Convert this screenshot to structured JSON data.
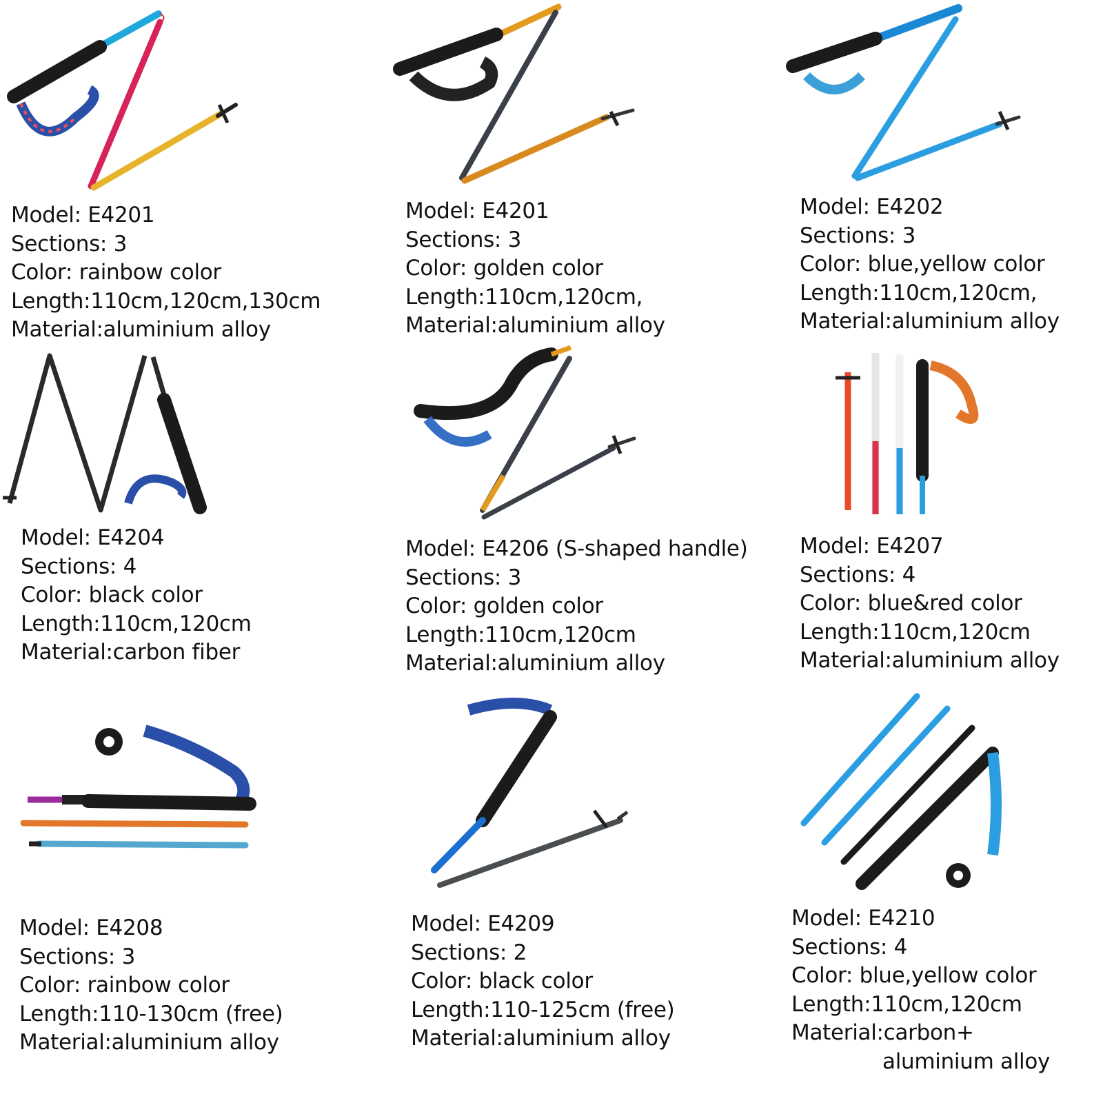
{
  "products": [
    {
      "model": "Model: E4201",
      "sections": "Sections: 3",
      "color": "Color: rainbow color",
      "length": "Length:110cm,120cm,130cm",
      "material": "Material:aluminium alloy"
    },
    {
      "model": "Model: E4201",
      "sections": "Sections: 3",
      "color": "Color: golden color",
      "length": "Length:110cm,120cm,",
      "material": "Material:aluminium alloy"
    },
    {
      "model": "Model: E4202",
      "sections": "Sections: 3",
      "color": "Color: blue,yellow color",
      "length": "Length:110cm,120cm,",
      "material": "Material:aluminium alloy"
    },
    {
      "model": "Model: E4204",
      "sections": "Sections: 4",
      "color": "Color: black color",
      "length": "Length:110cm,120cm",
      "material": "Material:carbon fiber"
    },
    {
      "model": "Model: E4206 (S-shaped handle)",
      "sections": "Sections: 3",
      "color": "Color: golden color",
      "length": "Length:110cm,120cm",
      "material": "Material:aluminium alloy"
    },
    {
      "model": "Model: E4207",
      "sections": "Sections: 4",
      "color": "Color: blue&red color",
      "length": "Length:110cm,120cm",
      "material": "Material:aluminium alloy"
    },
    {
      "model": "Model: E4208",
      "sections": "Sections: 3",
      "color": "Color: rainbow color",
      "length": "Length:110-130cm (free)",
      "material": "Material:aluminium alloy"
    },
    {
      "model": "Model: E4209",
      "sections": "Sections: 2",
      "color": "Color: black color",
      "length": "Length:110-125cm (free)",
      "material": "Material:aluminium alloy"
    },
    {
      "model": "Model: E4210",
      "sections": "Sections: 4",
      "color": "Color: blue,yellow color",
      "length": "Length:110cm,120cm",
      "material": "Material:carbon+",
      "material_cont": "aluminium alloy"
    }
  ]
}
